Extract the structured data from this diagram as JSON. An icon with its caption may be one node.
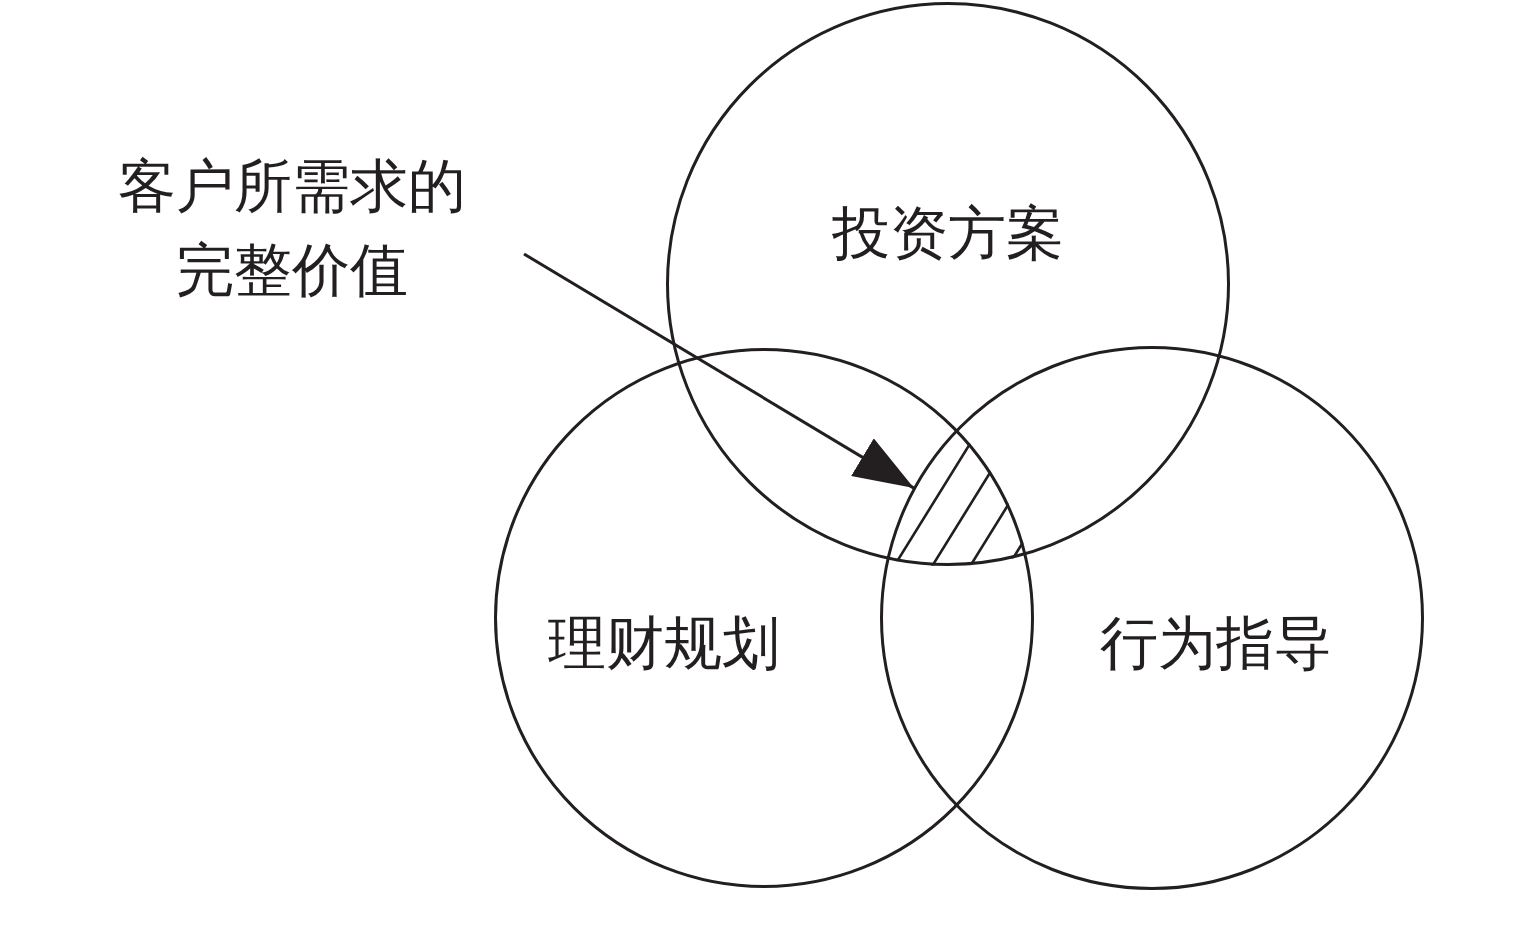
{
  "diagram": {
    "nodes": [
      {
        "text": [
          "客户所需求的完整价值"
        ]
      },
      {
        "text": [
          "投资方案"
        ]
      },
      {
        "text": [
          "理财规划"
        ]
      },
      {
        "text": [
          "行为指导"
        ]
      },
      {
        "text": [],
        "shape": "lens"
      }
    ],
    "edges": [
      {
        "from": 0,
        "to": 4,
        "arrow": "to"
      }
    ]
  }
}
